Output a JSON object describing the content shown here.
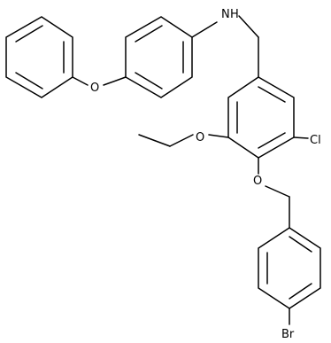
{
  "atoms": {
    "nh": "N",
    "nh_h": "H",
    "o_phenoxy": "O",
    "o_ethoxy": "O",
    "cl": "Cl",
    "o_benzyloxy": "O",
    "br": "Br"
  },
  "colors": {
    "bond": "#000000",
    "label": "#000000",
    "background": "#ffffff"
  }
}
